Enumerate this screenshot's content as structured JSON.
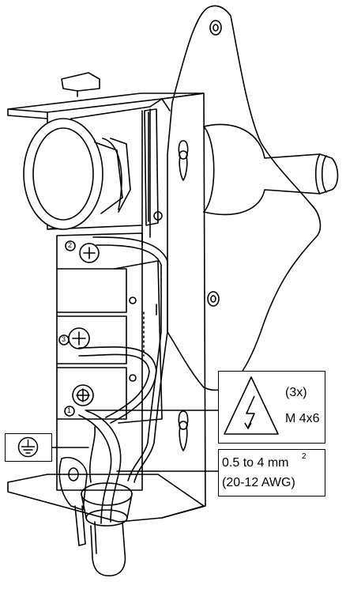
{
  "callouts": {
    "screws": {
      "count": "(3x)",
      "spec": "M 4x6"
    },
    "wire": {
      "range": "0.5 to 4 mm",
      "exponent": "2",
      "awg": "(20-12 AWG)"
    }
  },
  "terminals": {
    "t1": "1",
    "t2": "2",
    "t3": "3"
  },
  "icons": [
    "ground-icon",
    "electrical-hazard-icon"
  ],
  "colors": {
    "line": "#000000",
    "background": "#ffffff"
  }
}
